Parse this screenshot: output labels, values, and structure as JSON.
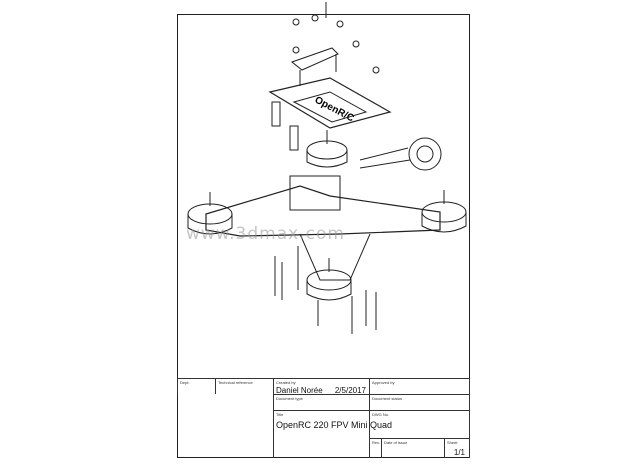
{
  "title_block": {
    "dept_label": "Dept.",
    "tech_ref_label": "Technical reference",
    "created_by_label": "Created by",
    "created_by": "Daniel Norée",
    "date": "2/5/2017",
    "approved_by_label": "Approved by",
    "doc_type_label": "Document type",
    "doc_status_label": "Document status",
    "title_label": "Title",
    "title": "OpenRC 220 FPV Mini Quad",
    "dwg_no_label": "DWG No.",
    "rev_label": "Rev.",
    "date_of_issue_label": "Date of issue",
    "sheet_label": "Sheet",
    "sheet": "1/1"
  },
  "drawing": {
    "plate_text": "OpenR/C"
  },
  "watermark": "www.3dmax.com"
}
